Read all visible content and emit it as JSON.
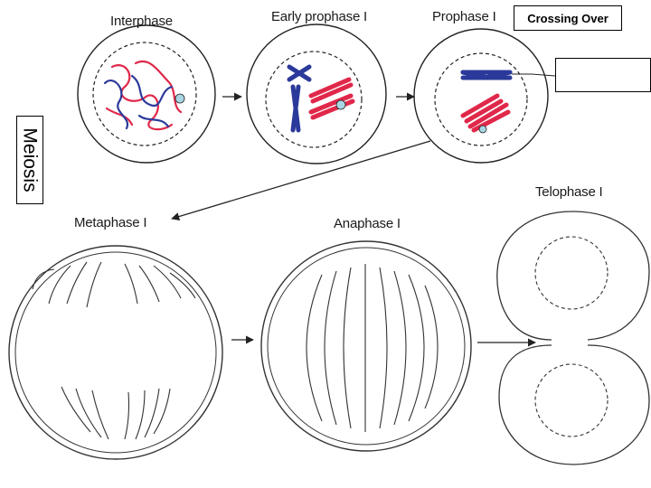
{
  "labels": {
    "interphase": "Interphase",
    "early_prophase": "Early prophase I",
    "prophase": "Prophase I",
    "crossing_over": "Crossing Over",
    "meiosis": "Meiosis",
    "metaphase": "Metaphase I",
    "anaphase": "Anaphase I",
    "telophase": "Telophase I"
  },
  "colors": {
    "chromosome_blue": "#2b3a9a",
    "chromosome_red": "#e0284a",
    "nucleolus": "#a9d6e5",
    "outline": "#222222"
  }
}
